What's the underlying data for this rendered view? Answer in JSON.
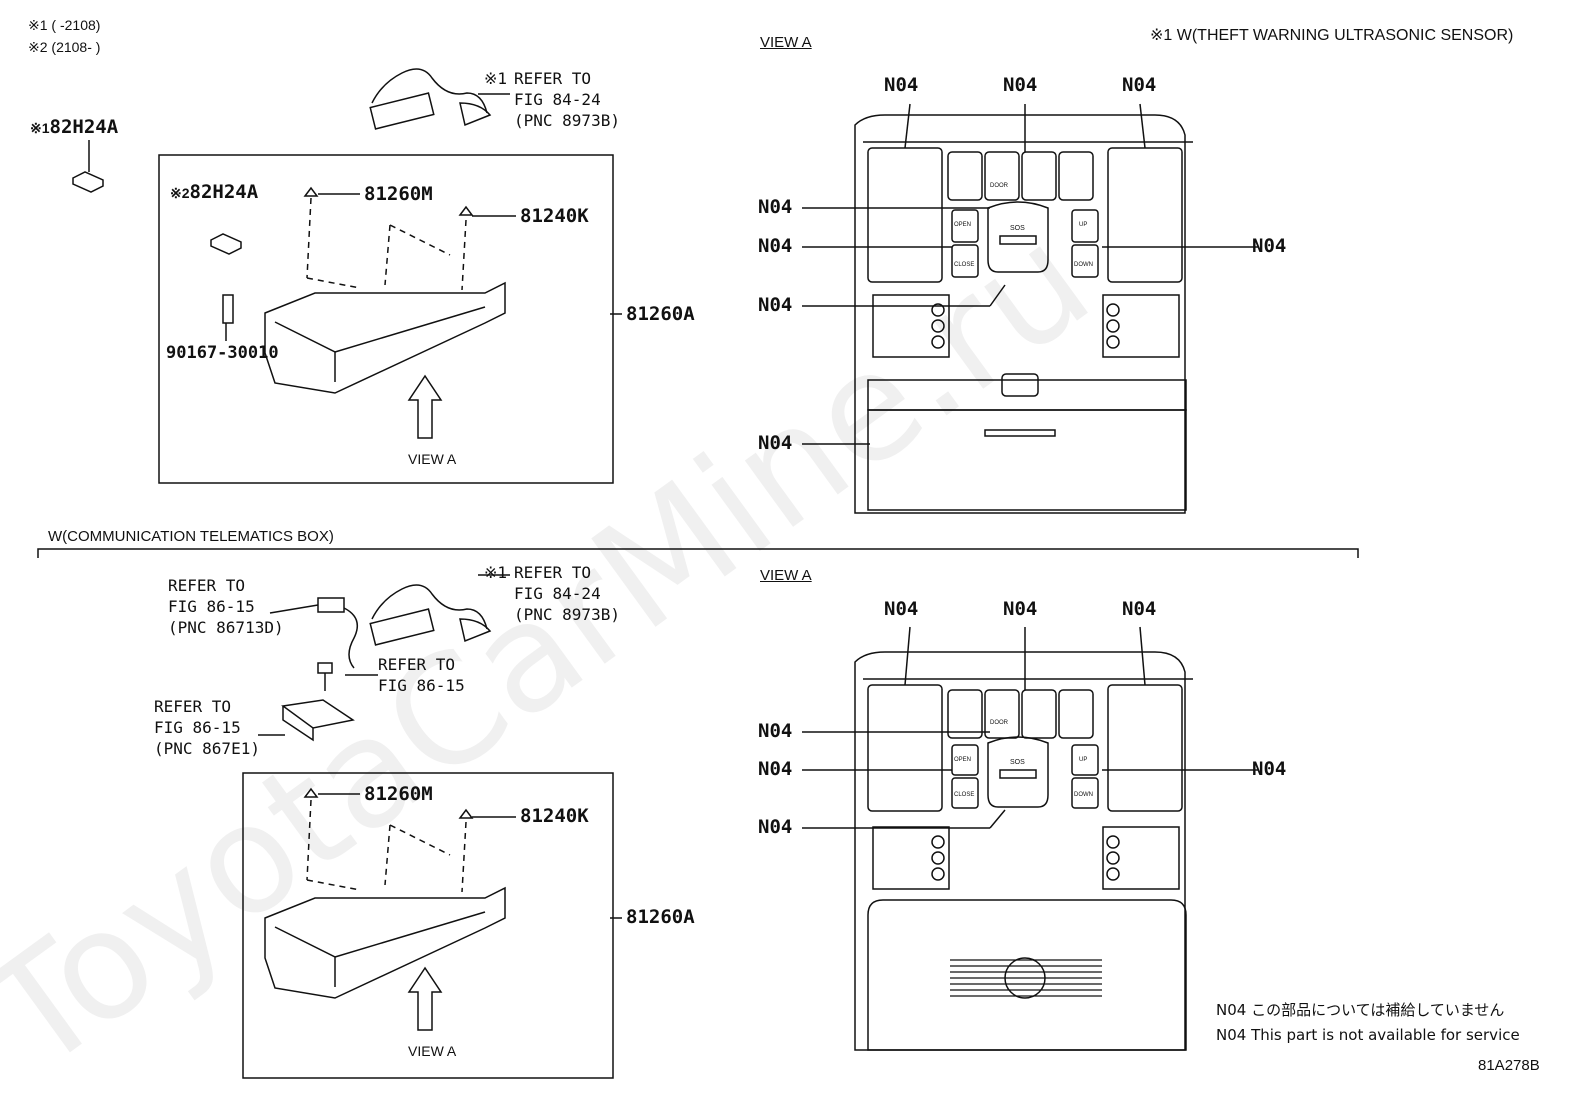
{
  "watermark": "ToyotaCarMine.ru",
  "legend": {
    "note1": "※1 (      -2108)",
    "note2": "※2 (2108-      )"
  },
  "top_section": {
    "sensor_note": "※1 W(THEFT WARNING ULTRASONIC SENSOR)",
    "refer_wiring_1": "REFER TO",
    "refer_wiring_2": "FIG 84-24",
    "refer_wiring_3": "(PNC 8973B)",
    "refer_wiring_mark": "※1",
    "part_82h24a_outer": "82H24A",
    "part_82h24a_outer_mark": "※1",
    "part_82h24a_inner": "82H24A",
    "part_82h24a_inner_mark": "※2",
    "part_81260m": "81260M",
    "part_81240k": "81240K",
    "part_81260a": "81260A",
    "part_90167": "90167-30010",
    "view_a_arrow": "VIEW A",
    "view_a_title": "VIEW A"
  },
  "bottom_section": {
    "header": "W(COMMUNICATION TELEMATICS BOX)",
    "refer_a_1": "REFER TO",
    "refer_a_2": "FIG 86-15",
    "refer_a_3": "(PNC 86713D)",
    "refer_wiring_mark": "※1",
    "refer_wiring_1": "REFER TO",
    "refer_wiring_2": "FIG 84-24",
    "refer_wiring_3": "(PNC 8973B)",
    "refer_b_1": "REFER TO",
    "refer_b_2": "FIG 86-15",
    "refer_c_1": "REFER TO",
    "refer_c_2": "FIG 86-15",
    "refer_c_3": "(PNC 867E1)",
    "part_81260m": "81260M",
    "part_81240k": "81240K",
    "part_81260a": "81260A",
    "view_a_arrow": "VIEW A",
    "view_a_title": "VIEW A"
  },
  "callout": "N04",
  "console_buttons": {
    "door": "DOOR",
    "open": "OPEN",
    "close": "CLOSE",
    "up": "UP",
    "down": "DOWN",
    "sos": "SOS"
  },
  "footnotes": {
    "jp": "N04 この部品については補給していません",
    "en": "N04 This part is not available for service",
    "code": "81A278B"
  }
}
